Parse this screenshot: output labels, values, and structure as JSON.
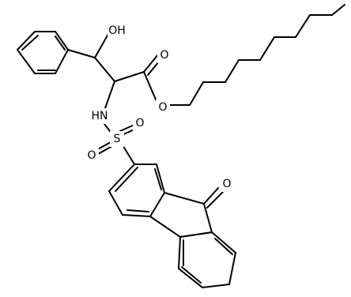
{
  "diagram": {
    "atom_labels": {
      "oh": "OH",
      "nh": "HN",
      "s": "S",
      "o_sulfonyl_1": "O",
      "o_sulfonyl_2": "O",
      "o_ketone": "O",
      "o_ester_carbonyl": "O",
      "o_ester_single": "O"
    },
    "colors": {
      "bond": "#000000",
      "text": "#000000",
      "background": "#ffffff"
    }
  }
}
